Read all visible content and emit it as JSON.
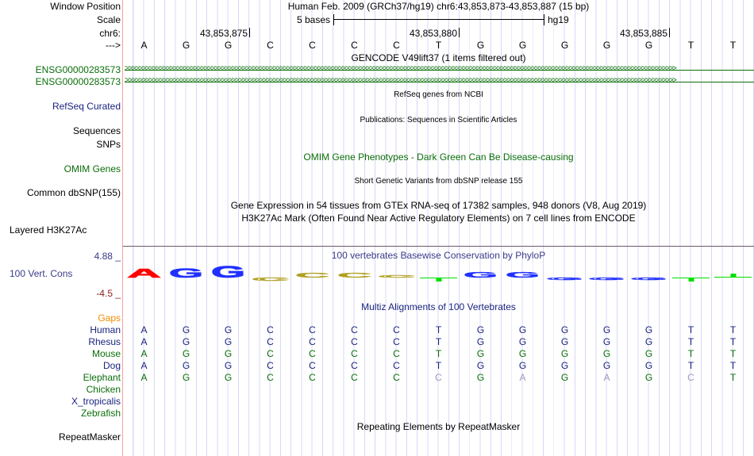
{
  "labels": {
    "window_position": "Window Position",
    "scale": "Scale",
    "chrom": "chr6:",
    "strand": "--->",
    "gene1": "ENSG00000283573",
    "gene2": "ENSG00000283573",
    "refseq": "RefSeq Curated",
    "sequences": "Sequences",
    "snps": "SNPs",
    "omim": "OMIM Genes",
    "dbsnp": "Common dbSNP(155)",
    "h3k27ac": "Layered H3K27Ac",
    "cons_max": "4.88 _",
    "cons": "100 Vert. Cons",
    "cons_min": "-4.5 _",
    "gaps": "Gaps",
    "repeatmasker": "RepeatMasker"
  },
  "header": {
    "position": "Human Feb. 2009 (GRCh37/hg19)   chr6:43,853,873-43,853,887 (15 bp)",
    "scale_label": "5 bases",
    "assembly": "hg19",
    "ticks": [
      "43,853,875",
      "43,853,880",
      "43,853,885"
    ]
  },
  "titles": {
    "gencode": "GENCODE V49lift37 (1 items filtered out)",
    "refseq": "RefSeq genes from NCBI",
    "pubs": "Publications: Sequences in Scientific Articles",
    "omim": "OMIM Gene Phenotypes - Dark Green Can Be Disease-causing",
    "snp": "Short Genetic Variants from dbSNP release 155",
    "gtex": "Gene Expression in 54 tissues from GTEx RNA-seq of 17382 samples, 948 donors (V8, Aug 2019)",
    "h3k27ac": "H3K27Ac Mark (Often Found Near Active Regulatory Elements) on 7 cell lines from ENCODE",
    "phylop": "100 vertebrates Basewise Conservation by PhyloP",
    "multiz": "Multiz Alignments of 100 Vertebrates",
    "rmsk": "Repeating Elements by RepeatMasker"
  },
  "sequence": [
    "A",
    "G",
    "G",
    "C",
    "C",
    "C",
    "C",
    "T",
    "G",
    "G",
    "G",
    "G",
    "G",
    "T",
    "T"
  ],
  "species": [
    {
      "name": "Human",
      "color": "#1a237e",
      "bases": [
        "A",
        "G",
        "G",
        "C",
        "C",
        "C",
        "C",
        "T",
        "G",
        "G",
        "G",
        "G",
        "G",
        "T",
        "T"
      ],
      "faded": []
    },
    {
      "name": "Rhesus",
      "color": "#1a237e",
      "bases": [
        "A",
        "G",
        "G",
        "C",
        "C",
        "C",
        "C",
        "T",
        "G",
        "G",
        "G",
        "G",
        "G",
        "T",
        "T"
      ],
      "faded": []
    },
    {
      "name": "Mouse",
      "color": "#0a6e0a",
      "bases": [
        "A",
        "G",
        "G",
        "C",
        "C",
        "C",
        "C",
        "T",
        "G",
        "G",
        "G",
        "G",
        "G",
        "T",
        "T"
      ],
      "faded": []
    },
    {
      "name": "Dog",
      "color": "#1a237e",
      "bases": [
        "A",
        "G",
        "G",
        "C",
        "C",
        "C",
        "C",
        "T",
        "G",
        "G",
        "G",
        "G",
        "G",
        "T",
        "T"
      ],
      "faded": []
    },
    {
      "name": "Elephant",
      "color": "#0a6e0a",
      "bases": [
        "A",
        "G",
        "G",
        "C",
        "C",
        "C",
        "C",
        "C",
        "G",
        "A",
        "G",
        "A",
        "G",
        "C",
        "T"
      ],
      "faded": [
        7,
        9,
        11,
        13
      ]
    },
    {
      "name": "Chicken",
      "color": "#0a6e0a",
      "bases": [],
      "faded": []
    },
    {
      "name": "X_tropicalis",
      "color": "#1a237e",
      "bases": [],
      "faded": []
    },
    {
      "name": "Zebrafish",
      "color": "#0a6e0a",
      "bases": [],
      "faded": []
    }
  ],
  "conservation": [
    0.55,
    0.6,
    0.75,
    -0.2,
    0.3,
    0.3,
    0,
    -0.15,
    0.35,
    0.35,
    -0.1,
    -0.1,
    -0.1,
    -0.05,
    0.1
  ],
  "colors": {
    "A": "#ff0000",
    "C": "#b0a020",
    "G": "#2030ff",
    "T": "#00e000",
    "navy": "#1a237e",
    "green": "#0a6e0a",
    "cons": "#3a3a8a",
    "min": "#8b2020",
    "gaps": "#f08c00"
  }
}
